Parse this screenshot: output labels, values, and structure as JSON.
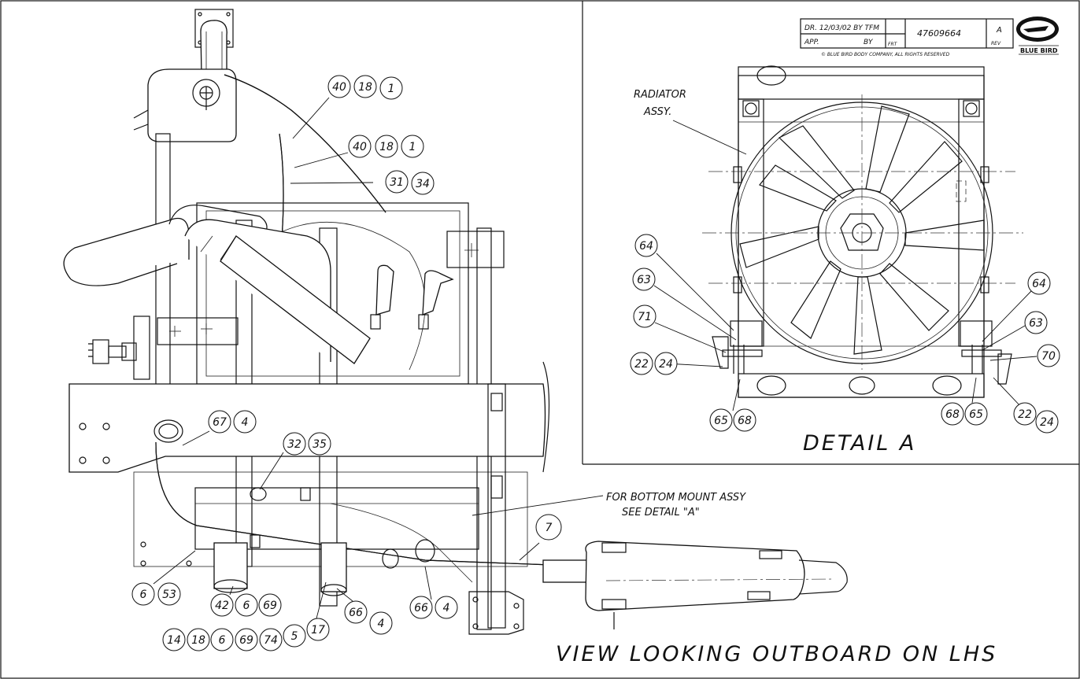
{
  "title_block": {
    "drawn": "DR. 12/03/02 BY TFM",
    "approved": "APP.",
    "approved_by": "BY",
    "frt": "FRT",
    "part_number": "47609664",
    "rev_letter": "A",
    "rev_label": "REV",
    "copyright": "© BLUE BIRD BODY COMPANY, ALL RIGHTS RESERVED",
    "logo_text": "BLUE BIRD"
  },
  "notes": {
    "radiator_line1": "RADIATOR",
    "radiator_line2": "ASSY.",
    "bottom_mount_line1": "FOR BOTTOM MOUNT ASSY",
    "bottom_mount_line2": "SEE DETAIL \"A\"",
    "detail_title": "DETAIL A",
    "view_title": "VIEW LOOKING OUTBOARD ON LHS"
  },
  "balloons": {
    "main": {
      "b40a": "40",
      "b18a": "18",
      "b1a": "1",
      "b40b": "40",
      "b18b": "18",
      "b1b": "1",
      "b31": "31",
      "b34": "34",
      "b67": "67",
      "b4a": "4",
      "b32": "32",
      "b35": "35",
      "b7": "7",
      "b6a": "6",
      "b53": "53",
      "b42": "42",
      "b6b": "6",
      "b69a": "69",
      "b66a": "66",
      "b4b": "4",
      "b66b": "66",
      "b4c": "4",
      "b14": "14",
      "b18c": "18",
      "b6c": "6",
      "b69b": "69",
      "b74": "74",
      "b5": "5",
      "b17": "17"
    },
    "detail": {
      "b64a": "64",
      "b63a": "63",
      "b71": "71",
      "b22a": "22",
      "b24a": "24",
      "b65a": "65",
      "b68a": "68",
      "b64b": "64",
      "b63b": "63",
      "b70": "70",
      "b68b": "68",
      "b65b": "65",
      "b22b": "22",
      "b24b": "24"
    }
  }
}
